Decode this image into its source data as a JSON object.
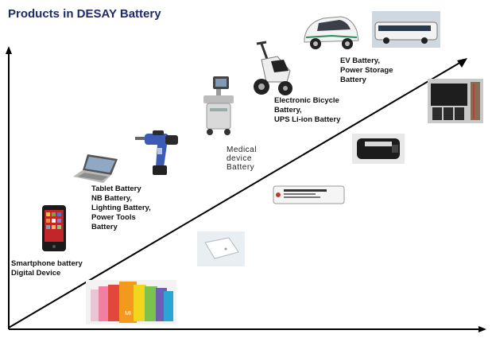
{
  "title": "Products in DESAY Battery",
  "labels": {
    "smartphone": "Smartphone battery\nDigital Device",
    "tablet": "Tablet Battery\nNB Battery,\nLighting Battery,\nPower Tools\nBattery",
    "medical": "Medical\ndevice\nBattery",
    "ebike": "Electronic Bicycle\nBattery,\nUPS Li-ion Battery",
    "ev": "EV Battery,\nPower Storage\nBattery"
  },
  "packs": {
    "brand": "MI"
  },
  "colors": {
    "title": "#1f2a6b",
    "axis": "#000000"
  }
}
